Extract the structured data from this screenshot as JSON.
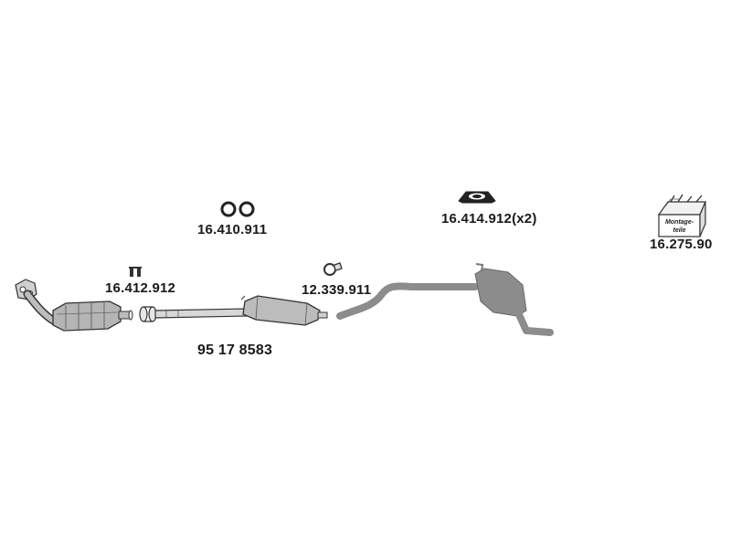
{
  "parts": {
    "gasket_rings": {
      "number": "16.410.911"
    },
    "rubber_mounts": {
      "number": "16.414.912(x2)"
    },
    "mounting_kit": {
      "number": "16.275.90",
      "box_label_line1": "Montage-",
      "box_label_line2": "teile"
    },
    "flange_gasket": {
      "number": "16.412.912"
    },
    "clamp": {
      "number": "12.339.911"
    },
    "middle_pipe": {
      "number": "95 17 8583"
    }
  },
  "colors": {
    "part_fill": "#8c8c8c",
    "part_outline": "#333333",
    "label_text": "#1a1a1a"
  }
}
